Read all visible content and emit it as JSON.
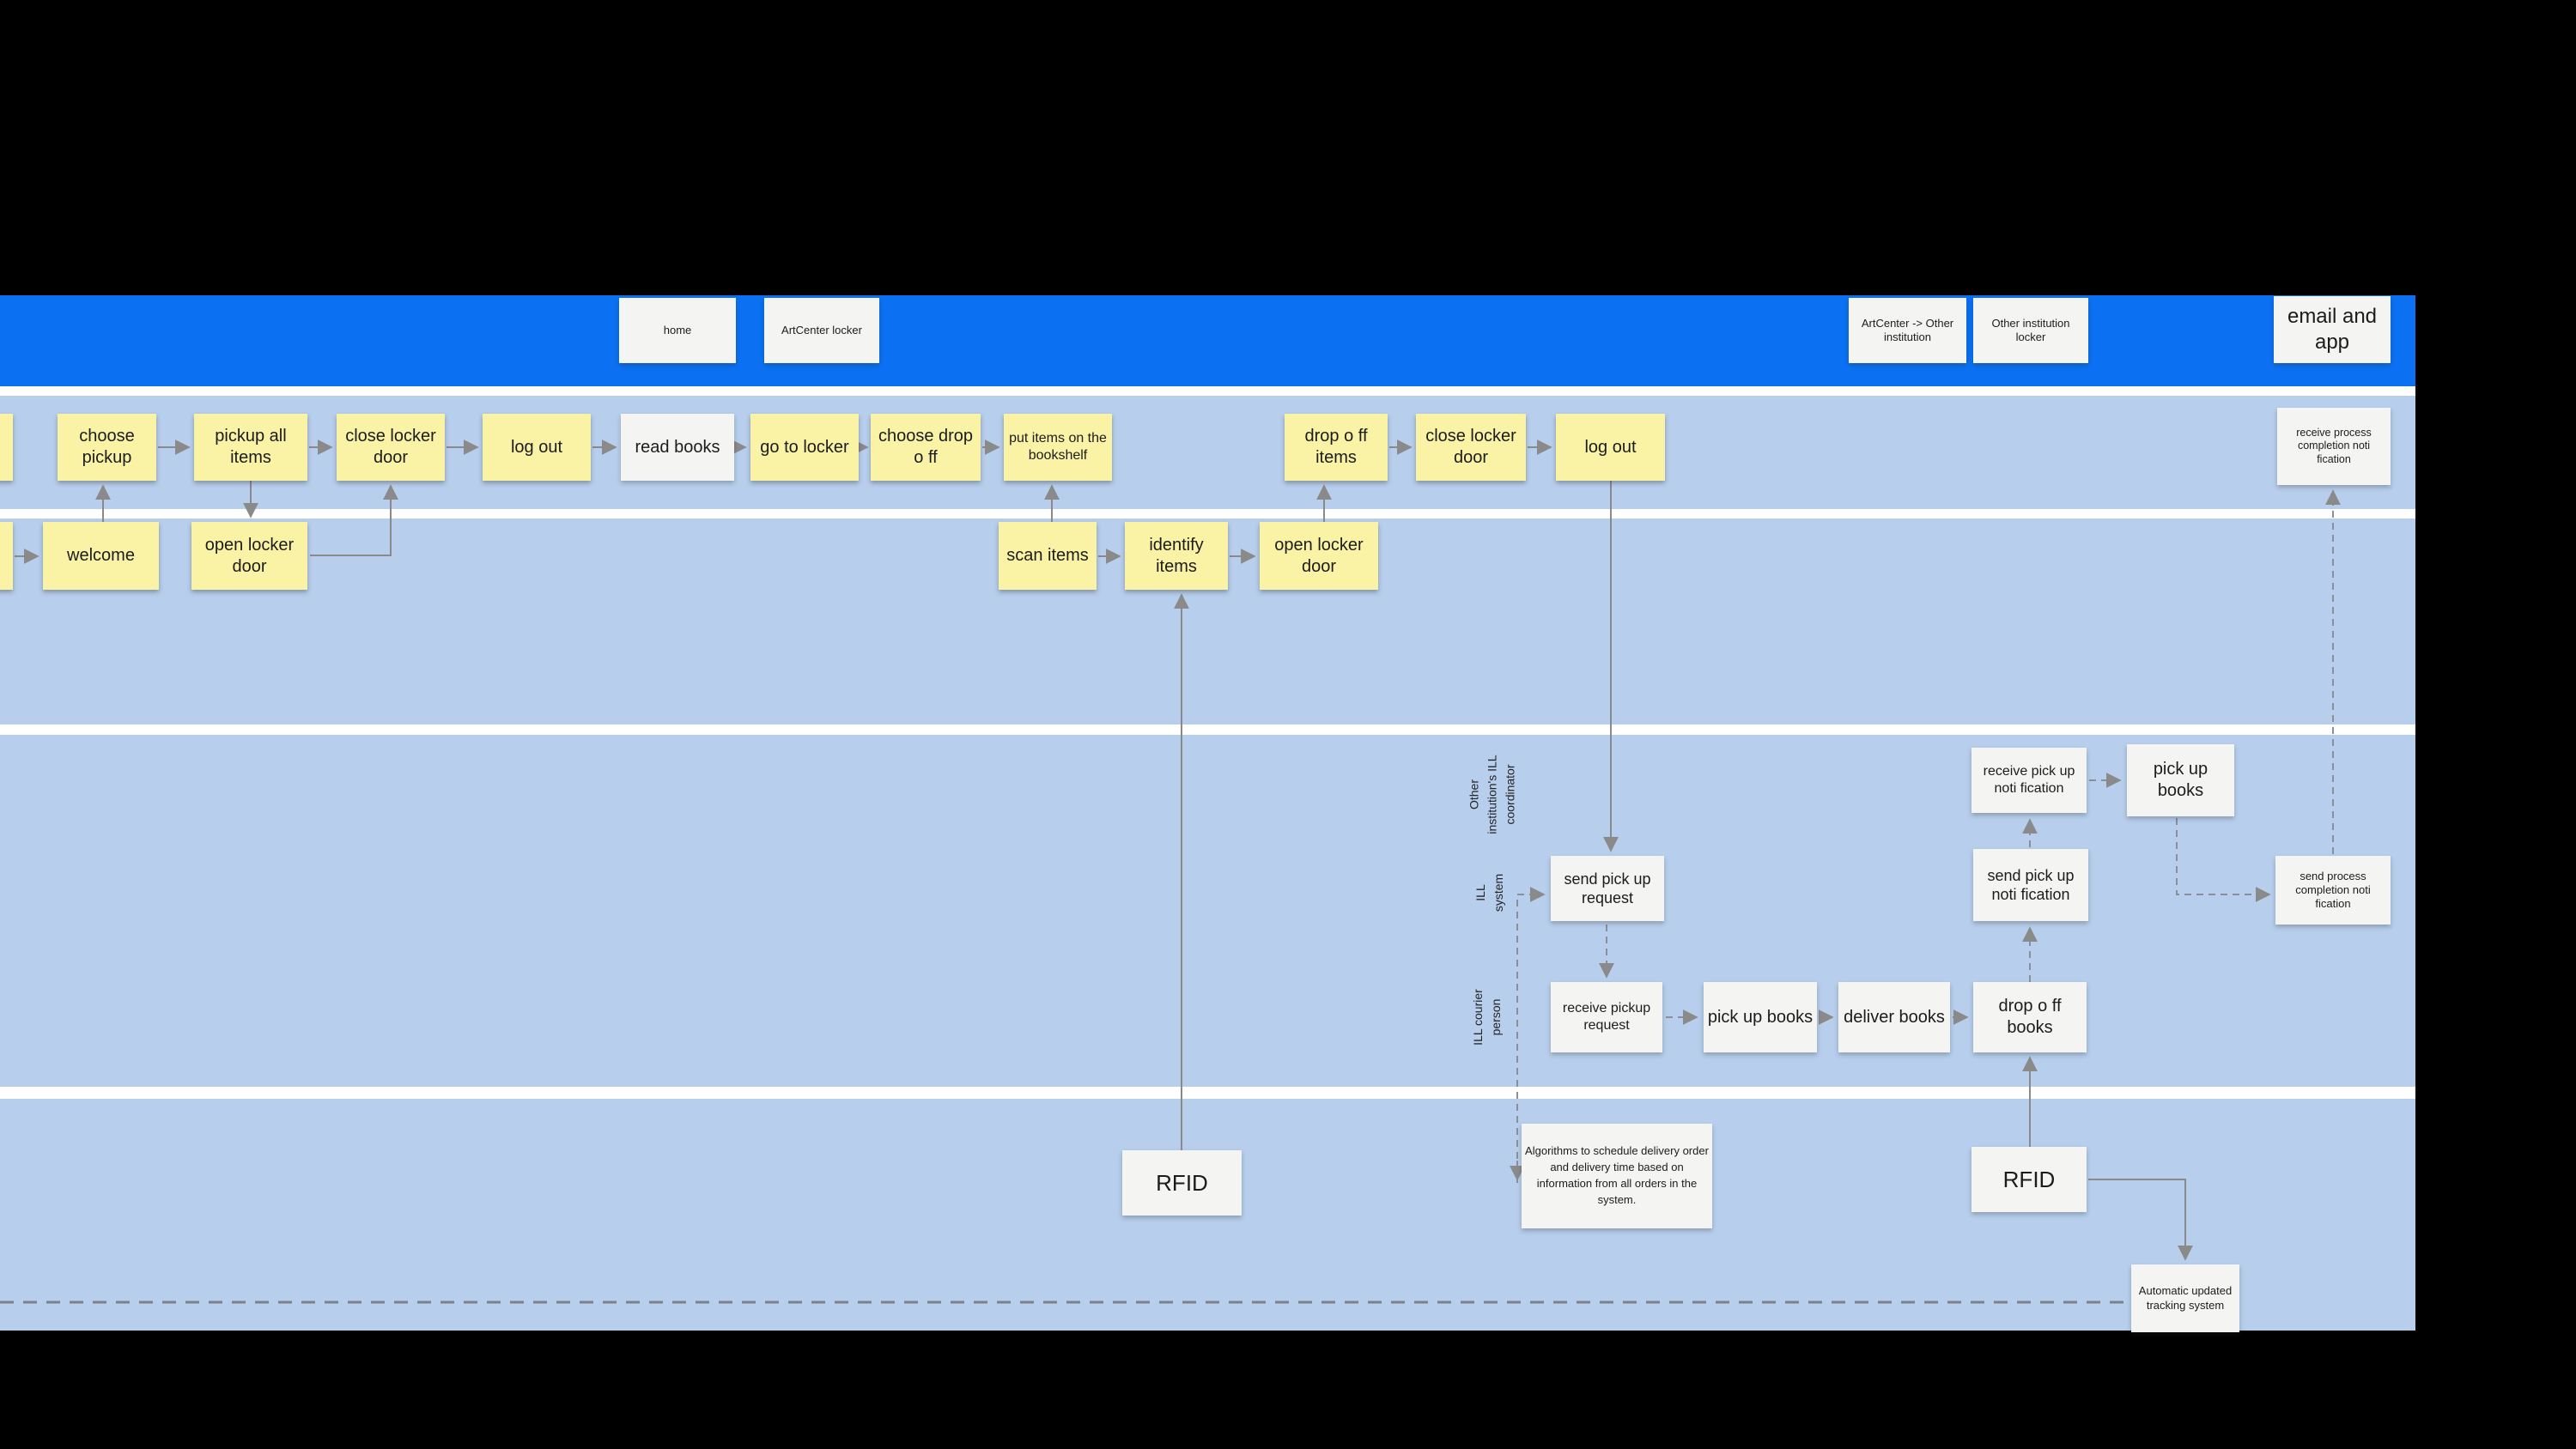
{
  "colors": {
    "header_blue": "#0b71f2",
    "band_light_blue": "#b7ceec",
    "sticky_yellow": "#faf2a4",
    "card_white": "#f4f4f2",
    "connector_gray": "#8a8a8a",
    "background_black": "#000000"
  },
  "header": {
    "home": "home",
    "artcenter_locker": "ArtCenter locker",
    "artcenter_to_other": "ArtCenter -> Other institution",
    "other_institution_locker": "Other institution locker",
    "email_and_app": "email and app"
  },
  "row1": {
    "choose_pickup": "choose pickup",
    "pickup_all_items": "pickup all items",
    "close_locker_door_1": "close locker door",
    "log_out_1": "log out",
    "read_books": "read books",
    "go_to_locker": "go to locker",
    "choose_drop_off": "choose drop o ff",
    "put_items_on_bookshelf": "put items on the bookshelf",
    "drop_off_items": "drop o ff items",
    "close_locker_door_2": "close locker door",
    "log_out_2": "log out",
    "receive_process_completion": "receive process completion noti fication"
  },
  "row2": {
    "welcome": "welcome",
    "open_locker_door_1": "open locker door",
    "scan_items": "scan items",
    "identify_items": "identify items",
    "open_locker_door_2": "open locker door"
  },
  "lanes": {
    "other_ill_coordinator": "Other\ninstitution's ILL\ncoordinator",
    "ill_system": "ILL\nsystem",
    "ill_courier": "ILL courier\nperson"
  },
  "backstage": {
    "receive_pickup_notification": "receive pick up noti fication",
    "pick_up_books_coordinator": "pick up books",
    "send_pickup_request": "send pick up request",
    "send_pickup_notification": "send pick up noti fication",
    "send_process_completion": "send process completion noti fication",
    "receive_pickup_request": "receive pickup request",
    "pick_up_books_courier": "pick up books",
    "deliver_books": "deliver books",
    "drop_off_books": "drop o ff books"
  },
  "support": {
    "rfid_left": "RFID",
    "rfid_right": "RFID",
    "algorithms_note": "Algorithms to schedule delivery order and delivery time based on information from all orders in the system.",
    "tracking_system": "Automatic updated tracking system"
  }
}
